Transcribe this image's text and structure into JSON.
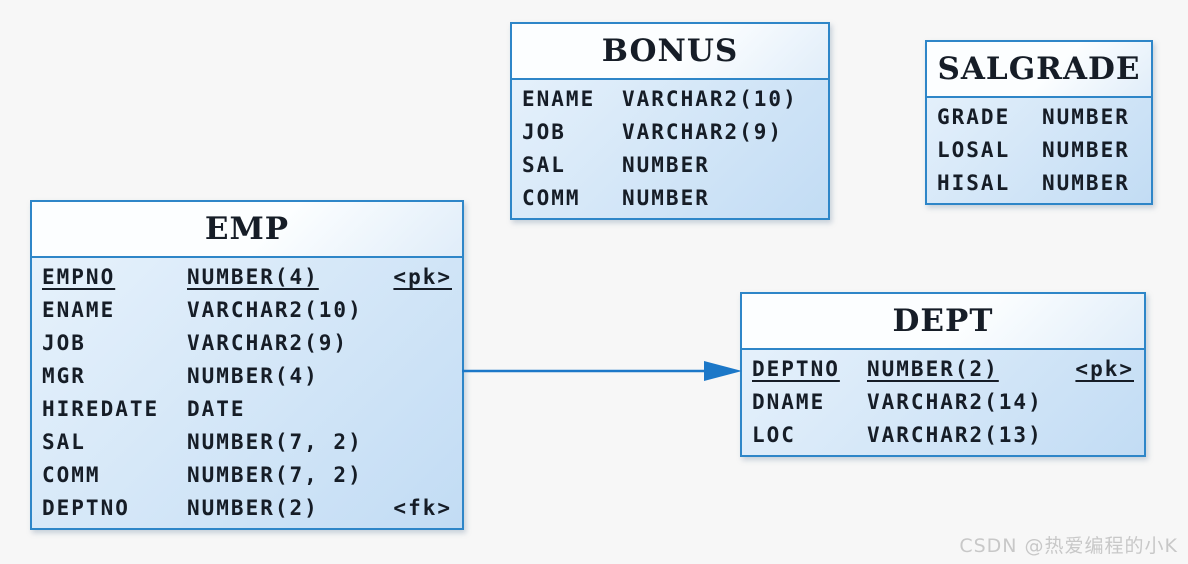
{
  "colors": {
    "page_bg": "#f7f7f7",
    "table_border": "#2e86c8",
    "header_bg_top": "#fcfeff",
    "header_bg_bottom": "#e0edf9",
    "body_bg_top": "#e9f3fc",
    "body_bg_bottom": "#c2dcf4",
    "arrow": "#1c78c8",
    "text": "#161d27",
    "watermark": "#c8c8c8"
  },
  "watermark": {
    "text": "CSDN @热爱编程的小K"
  },
  "relation": {
    "from_table": "EMP",
    "to_table": "DEPT",
    "type": "foreign-key-arrow"
  },
  "tables": {
    "emp": {
      "title": "EMP",
      "columns": [
        {
          "name": "EMPNO",
          "type": "NUMBER(4)",
          "key": "<pk>",
          "underline": true
        },
        {
          "name": "ENAME",
          "type": "VARCHAR2(10)",
          "key": "",
          "underline": false
        },
        {
          "name": "JOB",
          "type": "VARCHAR2(9)",
          "key": "",
          "underline": false
        },
        {
          "name": "MGR",
          "type": "NUMBER(4)",
          "key": "",
          "underline": false
        },
        {
          "name": "HIREDATE",
          "type": "DATE",
          "key": "",
          "underline": false
        },
        {
          "name": "SAL",
          "type": "NUMBER(7, 2)",
          "key": "",
          "underline": false
        },
        {
          "name": "COMM",
          "type": "NUMBER(7, 2)",
          "key": "",
          "underline": false
        },
        {
          "name": "DEPTNO",
          "type": "NUMBER(2)",
          "key": "<fk>",
          "underline": false
        }
      ]
    },
    "bonus": {
      "title": "BONUS",
      "columns": [
        {
          "name": "ENAME",
          "type": "VARCHAR2(10)",
          "key": "",
          "underline": false
        },
        {
          "name": "JOB",
          "type": "VARCHAR2(9)",
          "key": "",
          "underline": false
        },
        {
          "name": "SAL",
          "type": "NUMBER",
          "key": "",
          "underline": false
        },
        {
          "name": "COMM",
          "type": "NUMBER",
          "key": "",
          "underline": false
        }
      ]
    },
    "salgrade": {
      "title": "SALGRADE",
      "columns": [
        {
          "name": "GRADE",
          "type": "NUMBER",
          "key": "",
          "underline": false
        },
        {
          "name": "LOSAL",
          "type": "NUMBER",
          "key": "",
          "underline": false
        },
        {
          "name": "HISAL",
          "type": "NUMBER",
          "key": "",
          "underline": false
        }
      ]
    },
    "dept": {
      "title": "DEPT",
      "columns": [
        {
          "name": "DEPTNO",
          "type": "NUMBER(2)",
          "key": "<pk>",
          "underline": true
        },
        {
          "name": "DNAME",
          "type": "VARCHAR2(14)",
          "key": "",
          "underline": false
        },
        {
          "name": "LOC",
          "type": "VARCHAR2(13)",
          "key": "",
          "underline": false
        }
      ]
    }
  }
}
